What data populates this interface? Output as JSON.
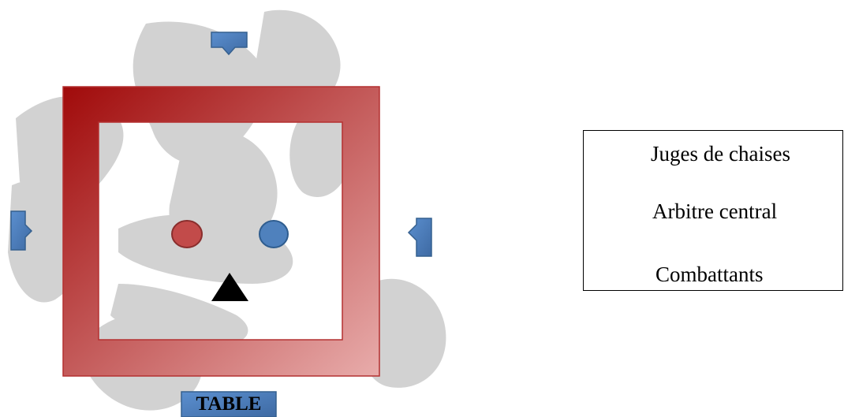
{
  "diagram": {
    "table_label": "TABLE"
  },
  "legend": {
    "judges_label": "Juges de chaises",
    "referee_label": "Arbitre central",
    "fighters_label": "Combattants"
  },
  "colors": {
    "mat_dark": "#a00a0a",
    "mat_light": "#e8a6a6",
    "judge_blue": "#4a7ebb",
    "fighter_red": "#c0504d",
    "fighter_blue": "#4f81bd",
    "referee_black": "#000000",
    "watermark_gray": "#d3d3d3"
  }
}
